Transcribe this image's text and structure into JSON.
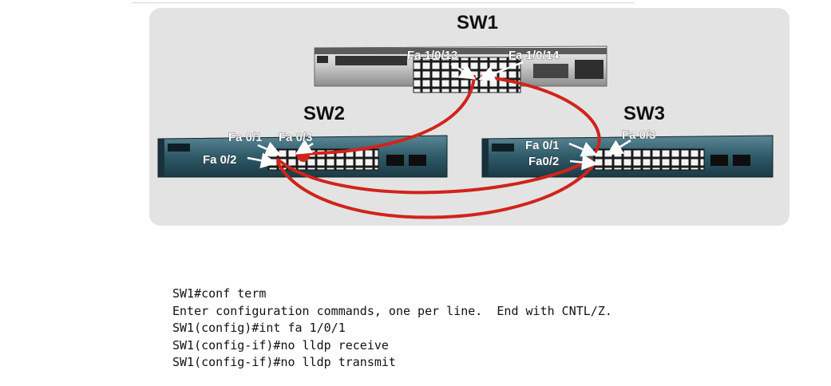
{
  "diagram": {
    "switches": [
      {
        "id": "sw1",
        "name": "SW1"
      },
      {
        "id": "sw2",
        "name": "SW2"
      },
      {
        "id": "sw3",
        "name": "SW3"
      }
    ],
    "ports": {
      "sw1_a": "Fa 1/0/13",
      "sw1_b": "Fa 1/0/14",
      "sw2_a": "Fa 0/1",
      "sw2_b": "Fa 0/3",
      "sw2_c": "Fa 0/2",
      "sw3_a": "Fa 0/1",
      "sw3_b": "Fa 0/3",
      "sw3_c": "Fa0/2"
    },
    "cable_color": "#d0241a"
  },
  "terminal": {
    "lines": [
      "SW1#conf term",
      "Enter configuration commands, one per line.  End with CNTL/Z.",
      "SW1(config)#int fa 1/0/1",
      "SW1(config-if)#no lldp receive",
      "SW1(config-if)#no lldp transmit"
    ]
  }
}
